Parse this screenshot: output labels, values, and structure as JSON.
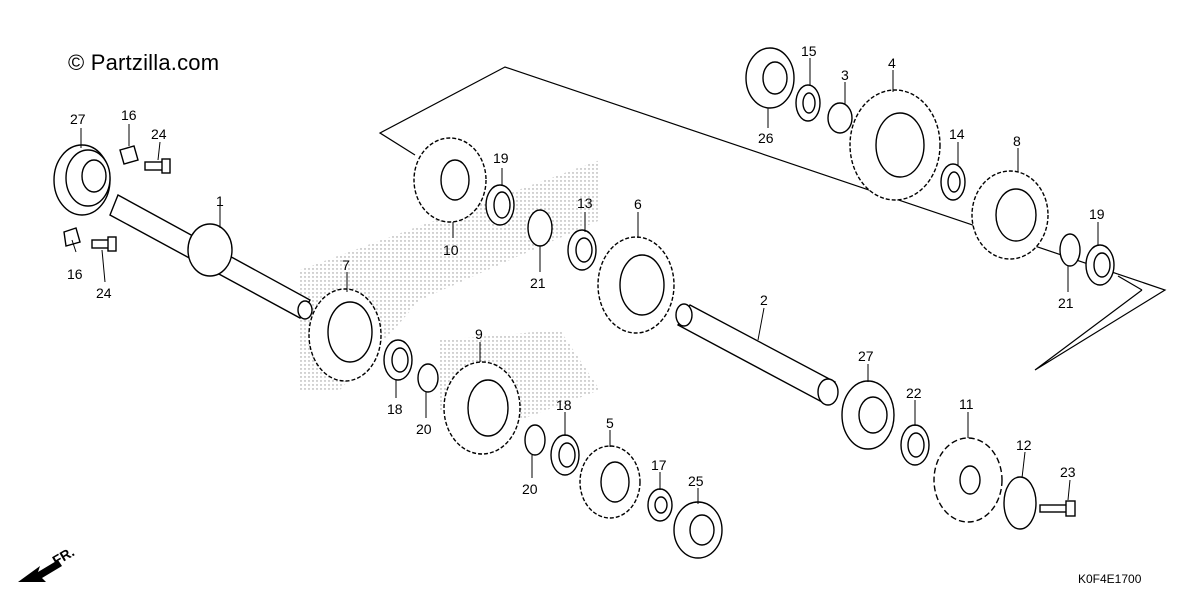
{
  "watermark": "© Partzilla.com",
  "diagram_code": "K0F4E1700",
  "front_arrow_label": "FR.",
  "callouts": [
    {
      "id": "c27a",
      "text": "27"
    },
    {
      "id": "c16a",
      "text": "16"
    },
    {
      "id": "c24a",
      "text": "24"
    },
    {
      "id": "c1",
      "text": "1"
    },
    {
      "id": "c16b",
      "text": "16"
    },
    {
      "id": "c24b",
      "text": "24"
    },
    {
      "id": "c7",
      "text": "7"
    },
    {
      "id": "c10",
      "text": "10"
    },
    {
      "id": "c19a",
      "text": "19"
    },
    {
      "id": "c21a",
      "text": "21"
    },
    {
      "id": "c13",
      "text": "13"
    },
    {
      "id": "c6",
      "text": "6"
    },
    {
      "id": "c18a",
      "text": "18"
    },
    {
      "id": "c20a",
      "text": "20"
    },
    {
      "id": "c9",
      "text": "9"
    },
    {
      "id": "c18b",
      "text": "18"
    },
    {
      "id": "c20b",
      "text": "20"
    },
    {
      "id": "c5",
      "text": "5"
    },
    {
      "id": "c17",
      "text": "17"
    },
    {
      "id": "c25",
      "text": "25"
    },
    {
      "id": "c15",
      "text": "15"
    },
    {
      "id": "c3",
      "text": "3"
    },
    {
      "id": "c4",
      "text": "4"
    },
    {
      "id": "c26",
      "text": "26"
    },
    {
      "id": "c14",
      "text": "14"
    },
    {
      "id": "c8",
      "text": "8"
    },
    {
      "id": "c19b",
      "text": "19"
    },
    {
      "id": "c21b",
      "text": "21"
    },
    {
      "id": "c2",
      "text": "2"
    },
    {
      "id": "c27b",
      "text": "27"
    },
    {
      "id": "c22",
      "text": "22"
    },
    {
      "id": "c11",
      "text": "11"
    },
    {
      "id": "c12",
      "text": "12"
    },
    {
      "id": "c23",
      "text": "23"
    }
  ]
}
